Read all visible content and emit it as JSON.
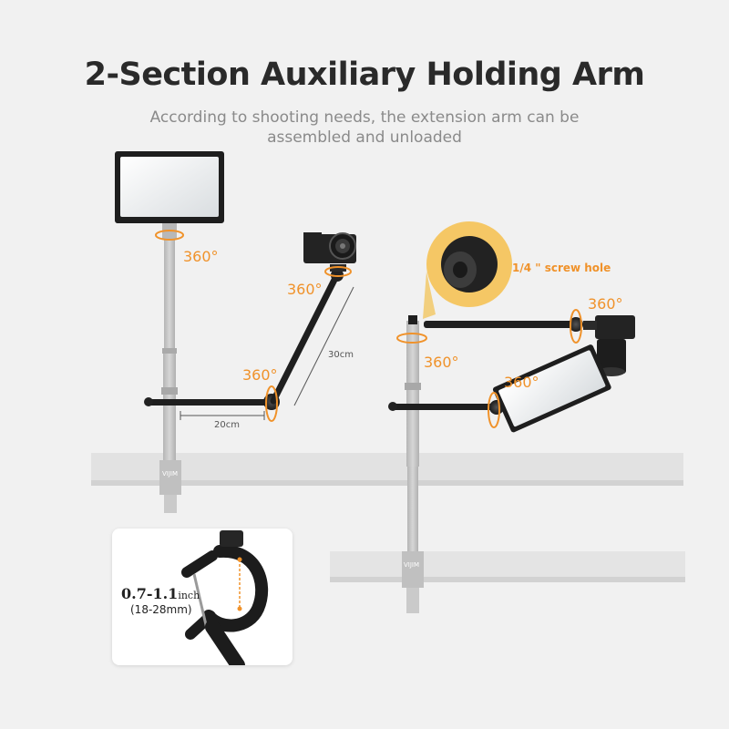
{
  "header": {
    "title": "2-Section Auxiliary Holding Arm",
    "subtitle_line1": "According to shooting needs, the extension arm can be",
    "subtitle_line2": "assembled and unloaded"
  },
  "left_setup": {
    "rotation_top": "360°",
    "rotation_camera": "360°",
    "rotation_joint": "360°",
    "arm_length_upper": "30cm",
    "arm_length_lower": "20cm",
    "brand_mark": "VIJIM"
  },
  "right_setup": {
    "screw_hole_label": "1/4 \" screw hole",
    "rotation_upper_right": "360°",
    "rotation_upper_left": "360°",
    "rotation_lower": "360°",
    "brand_mark": "VIJIM"
  },
  "clamp_inset": {
    "range_value": "0.7-1.1",
    "range_unit": "inch",
    "range_mm": "(18-28mm)"
  },
  "colors": {
    "accent": "#f0922a",
    "background": "#f1f1f1",
    "pole": "#c4c4c4",
    "arm": "#1f1f1f"
  }
}
